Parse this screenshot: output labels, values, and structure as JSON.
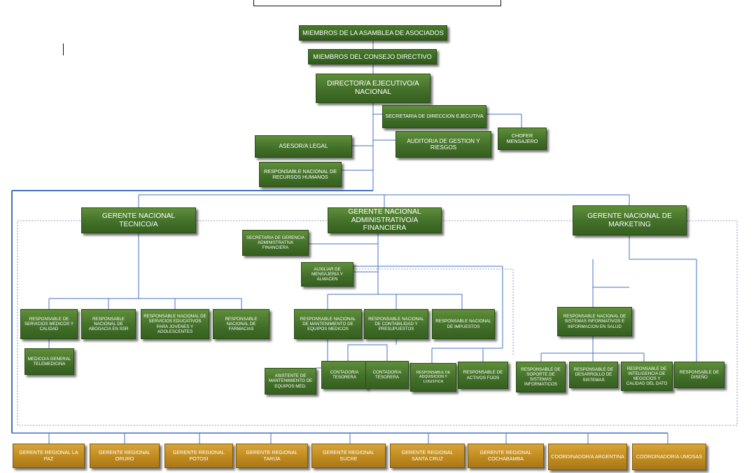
{
  "org": {
    "asamblea": "MIEMBROS DE LA ASAMBLEA DE ASOCIADOS",
    "consejo": "MIEMBROS DEL CONSEJO DIRECTIVO",
    "director": "DIRECTOR/A EJECUTIVO/A NACIONAL",
    "secretaria_direccion": "SECRETARIA DE DIRECCION EJECUTIVA",
    "chofer": "CHOFER MENSAJERO",
    "asesor_legal": "ASESOR/A LEGAL",
    "auditor": "AUDITOR/A DE GESTION Y RIESGOS",
    "rrhh": "RESPONSABLE NACIONAL DE RECURSOS HUMANOS",
    "gerente_tecnico": "GERENTE NACIONAL TECNICO/A",
    "gerente_admin": "GERENTE NACIONAL ADMINISTRATIVO/A FINANCIERA",
    "gerente_marketing": "GERENTE NACIONAL DE MARKETING",
    "secretaria_gerencia": "SECRETARIA DE GERENCIA ADMINISTRATIVA FINANCIERA",
    "auxiliar": "AUXILIAR DE MENSAJERIA Y ALMACEN",
    "tecnico": [
      "RESPONSABLE DE SERVICIOS MEDICOS Y CALIDAD",
      "RESPONSABLE NACIONAL DE ABOGACIA EN SSR",
      "RESPONSABLE NACIONAL DE SERVICIOS EDUCATIVOS PARA JOVENES Y ADOLESCENTES",
      "RESPONSABLE NACIONAL DE FARMACIAS"
    ],
    "medico": "MEDICO/A GENERAL TELEMEDICINA",
    "admin": [
      "RESPONSABLE NACIONAL DE MANTENIMIENTO DE EQUIPOS MEDICOS",
      "RESPONSABLE NACIONAL DE CONTABILIDAD Y PRESUPUESTOS",
      "RESPONSABLE NACIONAL DE IMPUESTOS"
    ],
    "asistente": "ASISTENTE DE MANTENIMIENTO DE EQUIPOS MED.",
    "contador1": "CONTADOR/A TESORERA",
    "contador2": "CONTADOR/A TESORERA",
    "adquisicion": "RESPONSABLE DE ADQUISICION Y LOGISTICA",
    "activos": "RESPONSABLE DE ACTIVOS FIJOS",
    "sistemas": "RESPONSABLE NACIONAL DE SISTEMAS INFORMATIVOS E INFORMACION EN SALUD",
    "soporte": "RESPONSABLE DE SOPORTE DE SISTEMAS INFORMATICOS",
    "desarrollo": "RESPONSABLE DE DESARROLLO DE SISTEMAS",
    "inteligencia": "RESPONSABLE DE INTELIGENCIA DE NEGOCIOS Y CALIDAD DEL DATO",
    "diseno": "RESPONSABLE DE DISEÑO",
    "regionales": [
      "GERENTE REGIONAL LA PAZ",
      "GERENTE REGIONAL ORURO",
      "GERENTE REGIONAL POTOSI",
      "GERENTE REGIONAL TARIJA",
      "GERENTE REGIONAL SUCRE",
      "GERENTE REGIONAL SANTA CRUZ",
      "GERENTE REGIONAL COCHABAMBA",
      "COORDINADOR/A ARGENTINA",
      "COORDINADOR/A UMOSAS"
    ]
  },
  "colors": {
    "box_green": "#43702a",
    "box_gold": "#c08b1f",
    "line_blue": "#4472c4"
  }
}
